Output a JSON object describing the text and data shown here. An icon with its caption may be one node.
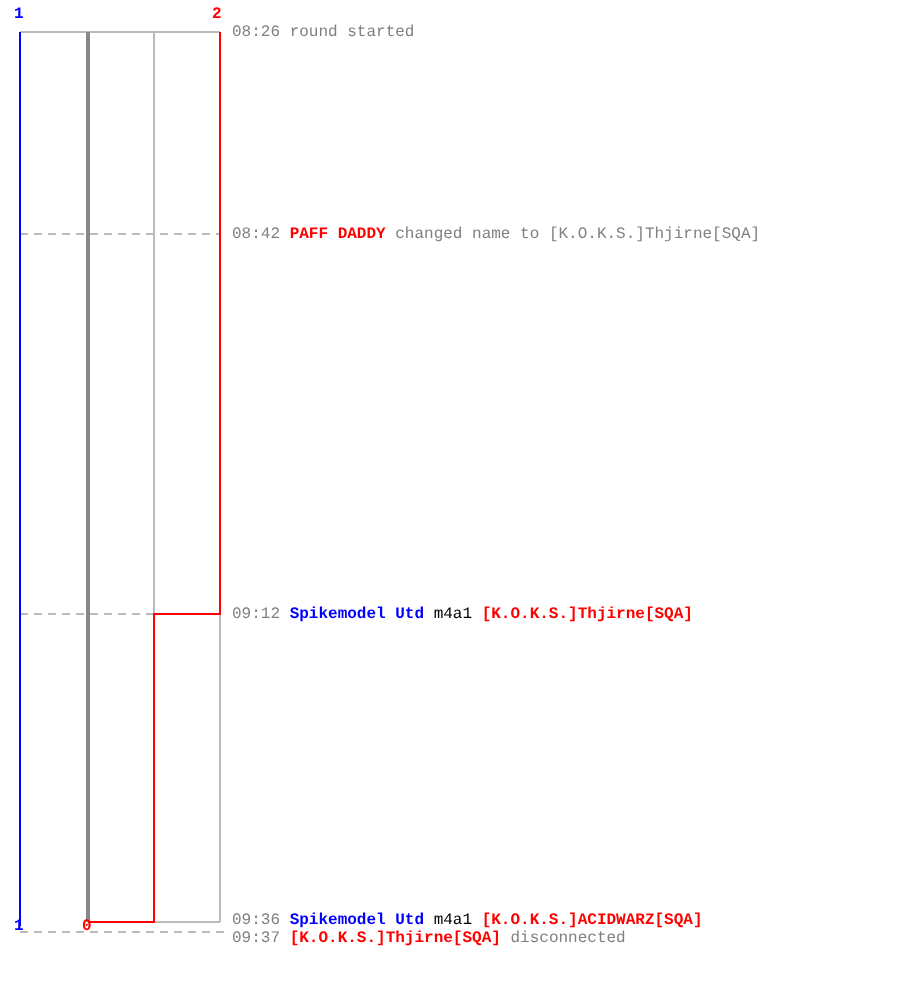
{
  "diagram": {
    "labels": [
      "1",
      "2",
      "08:26",
      "round started",
      "08:42",
      "PAFF DADDY",
      "changed name to [K.O.K.S.]Thjirne[SQA]",
      "09:12",
      "Spikemodel Utd",
      "m4a1",
      "[K.O.K.S.]Thjirne[SQA]",
      "09:36",
      "Spikemodel Utd",
      "m4a1",
      "[K.O.K.S.]ACIDWARZ[SQA]",
      "1",
      "0",
      "09:37",
      "[K.O.K.S.]Thjirne[SQA]",
      "disconnected"
    ]
  }
}
